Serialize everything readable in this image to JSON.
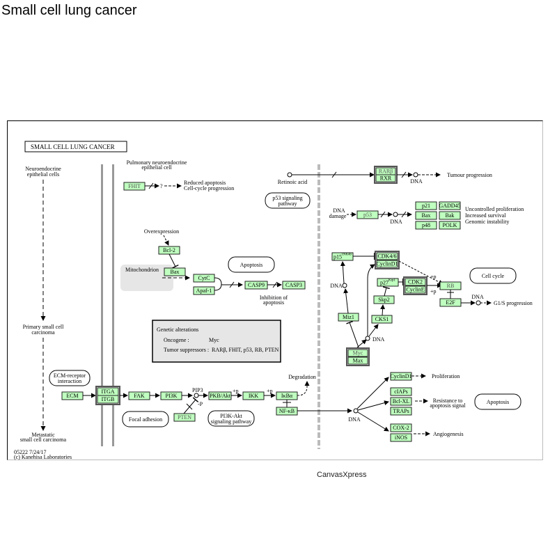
{
  "page": {
    "title": "Small cell lung cancer",
    "footer": "CanvasXpress"
  },
  "diagram": {
    "header_box": "SMALL  CELL  LUNG  CANCER",
    "credits": [
      "05222 7/24/17",
      "(c) Kanehisa Laboratories"
    ],
    "labels": {
      "neuroendocrine": [
        "Neuroendocrine",
        "epithelial cells"
      ],
      "primary": [
        "Primary small cell",
        "carcinoma"
      ],
      "metastatic": [
        "Metastatic",
        "small cell carcinoma"
      ],
      "pulmonary": [
        "Pulmonary neuroendocrine",
        "epithelial cell"
      ],
      "reduced_apoptosis": [
        "Reduced apoptosis",
        "Cell-cycle progression"
      ],
      "overexpression": "Overexpression",
      "mitochondrion": "Mitochondrion",
      "inhibition_apoptosis": [
        "Inhibition of",
        "apoptosis"
      ],
      "retinoic_acid": "Retinoic acid",
      "tumour_progression": "Tumour progression",
      "dna_damage": [
        "DNA",
        "damage"
      ],
      "dna": "DNA",
      "uncontrolled": [
        "Uncontrolled proliferation",
        "Increased survival",
        "Genomic instability"
      ],
      "g1s": "G1/S progression",
      "degradation": "Degradation",
      "proliferation": "Proliferation",
      "resistance": [
        "Resistance to",
        "apoptosis signal"
      ],
      "angiogenesis": "Angiogenesis",
      "pip3": "PIP3",
      "plus_p": "+p",
      "minus_p": "-P",
      "question": "?"
    },
    "pathway_links": {
      "p53": [
        "p53 signaling",
        "pathway"
      ],
      "apoptosis_mid": "Apoptosis",
      "cell_cycle": "Cell cycle",
      "ecm_receptor": [
        "ECM-receptor",
        "interaction"
      ],
      "focal_adhesion": "Focal adhesion",
      "pi3k_akt": [
        "PI3K-Akt",
        "signaling pathway"
      ],
      "apoptosis_right": "Apoptosis"
    },
    "genetic_alterations": {
      "heading": "Genetic alterations",
      "oncogene_label": "Oncogene :",
      "oncogene_value": "Myc",
      "suppressor_label": "Tumor suppressors :",
      "suppressor_value": "RARβ, FHIT, p53, RB, PTEN"
    },
    "genes": {
      "FHIT": "FHIT",
      "Bcl2": "Bcl-2",
      "Bax": "Bax",
      "CytC": "CytC",
      "Apaf1": "Apaf-1",
      "CASP9": "CASP9",
      "CASP3": "CASP3",
      "RARB": "RARβ",
      "RXR": "RXR",
      "p53": "p53",
      "p21": "p21",
      "GADD45": "GADD45",
      "Bax2": "Bax",
      "Bak": "Bak",
      "p48": "p48",
      "POLK": "POLK",
      "p15": "p15",
      "p15_sup": "INK4b",
      "CDK46": "CDK4/6",
      "CyclinD1": "CyclinD1",
      "p27": "p27",
      "p27_sup": "Kip1",
      "CDK2": "CDK2",
      "CyclinE": "CyclinE",
      "RB": "RB",
      "E2F": "E2F",
      "Skp2": "Skp2",
      "Miz1": "Miz1",
      "CKS1": "CKS1",
      "Myc": "Myc",
      "Max": "Max",
      "ECM": "ECM",
      "ITGA": "ITGA",
      "ITGB": "ITGB",
      "FAK": "FAK",
      "PI3K": "PI3K",
      "PKBAkt": "PKB/Akt",
      "IKK": "IKK",
      "IkBa": "IκBα",
      "NFkB": "NF-κB",
      "PTEN": "PTEN",
      "CyclinD1b": "CyclinD1",
      "cIAPs": "cIAPs",
      "BclXL": "Bcl-XL",
      "TRAPs": "TRAPs",
      "COX2": "COX-2",
      "iNOS": "iNOS"
    },
    "colors": {
      "gene_fill": "#bfffbf",
      "complex_border": "#555555",
      "membrane": "#999999",
      "mito_fill": "#e6e6e6",
      "nucleus_line": "#bbbbbb"
    }
  }
}
